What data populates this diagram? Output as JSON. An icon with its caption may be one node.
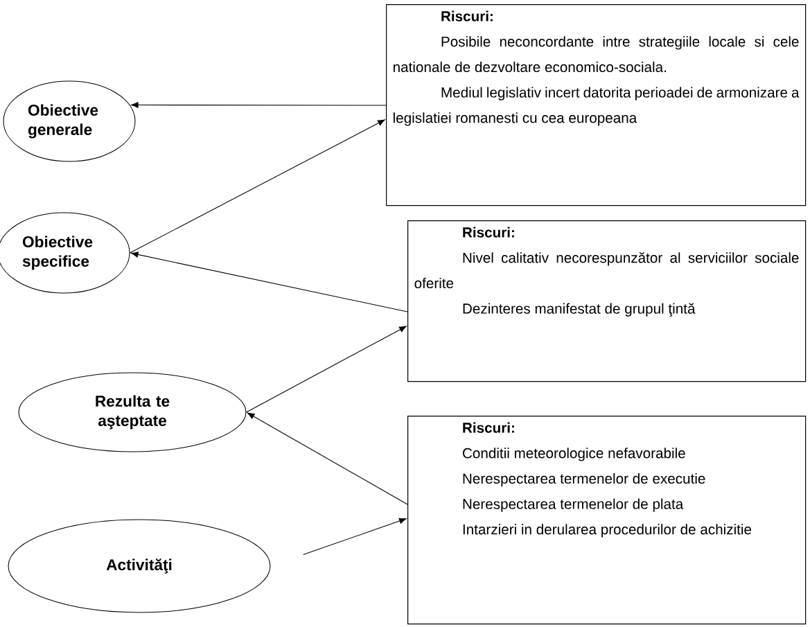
{
  "diagram": {
    "nodes": [
      {
        "text": [
          "Obiective generale"
        ]
      },
      {
        "text": [
          "Riscuri:",
          "Posibile neconcordante intre strategiile locale si cele nationale de dezvoltare economico-sociala.",
          "Mediul legislativ incert datorita perioadei de armonizare a legislatiei romanesti cu cea europeana"
        ]
      },
      {
        "text": [
          "Obiective specifice"
        ]
      },
      {
        "text": [
          "Riscuri:",
          "Nivel calitativ necorespunzător al serviciilor sociale oferite",
          "Dezinteres manifestat de grupul ţintă"
        ]
      },
      {
        "text": [
          "Rezulta te aşteptate"
        ]
      },
      {
        "text": [
          "Riscuri:",
          "Conditii meteorologice nefavorabile",
          "Nerespectarea termenelor de executie",
          "Nerespectarea termenelor de plata",
          "Intarzieri in derularea procedurilor de achizitie"
        ]
      },
      {
        "text": [
          "Activităţi"
        ]
      }
    ],
    "edges": [
      {
        "from": 1,
        "to": 0,
        "arrow": "to"
      },
      {
        "from": 2,
        "to": 1,
        "arrow": "to"
      },
      {
        "from": 3,
        "to": 2,
        "arrow": "to"
      },
      {
        "from": 4,
        "to": 3,
        "arrow": "to"
      },
      {
        "from": 5,
        "to": 4,
        "arrow": "to"
      },
      {
        "from": 6,
        "to": 5,
        "arrow": "to"
      }
    ]
  }
}
